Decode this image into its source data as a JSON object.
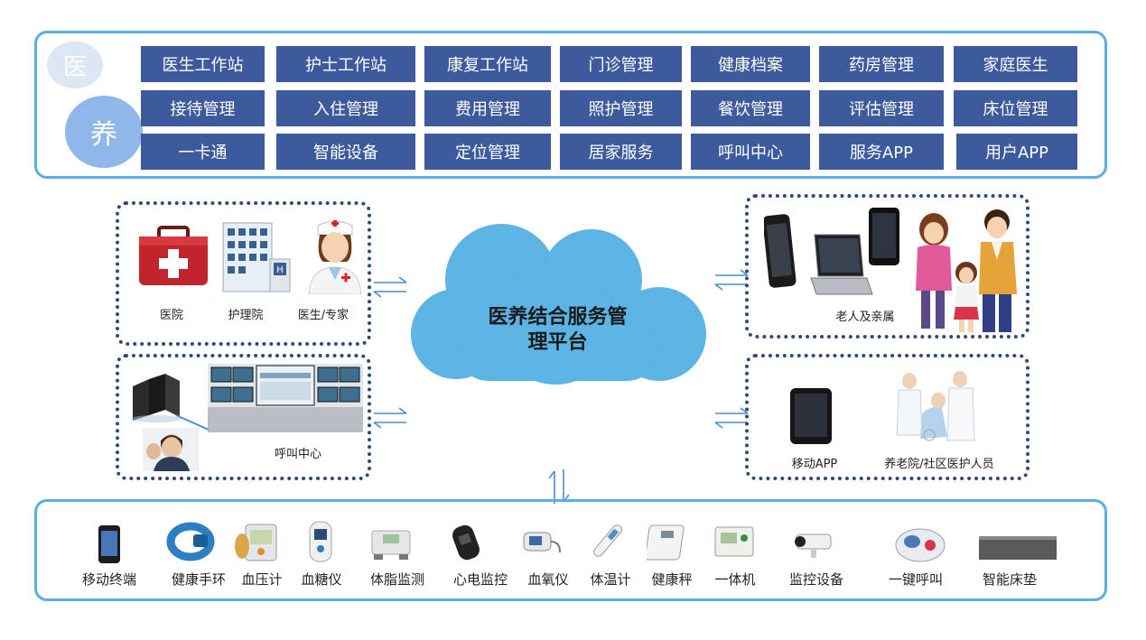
{
  "top_panel": {
    "yi_char": "医",
    "yang_char": "养",
    "modules": [
      "医生工作站",
      "护士工作站",
      "康复工作站",
      "门诊管理",
      "健康档案",
      "药房管理",
      "家庭医生",
      "接待管理",
      "入住管理",
      "费用管理",
      "照护管理",
      "餐饮管理",
      "评估管理",
      "床位管理",
      "一卡通",
      "智能设备",
      "定位管理",
      "居家服务",
      "呼叫中心",
      "服务APP",
      "用户APP"
    ]
  },
  "left_top_box": {
    "labels": [
      "医院",
      "护理院",
      "医生/专家"
    ]
  },
  "left_bottom_box": {
    "label": "呼叫中心"
  },
  "center": {
    "title_line1": "医养结合服务管",
    "title_line2": "理平台"
  },
  "right_top_box": {
    "label": "老人及亲属"
  },
  "right_bottom_box": {
    "labels": [
      "移动APP",
      "养老院/社区医护人员"
    ]
  },
  "bottom_panel": {
    "devices": [
      "移动终端",
      "健康手环",
      "血压计",
      "血糖仪",
      "体脂监测",
      "心电监控",
      "血氧仪",
      "体温计",
      "健康秤",
      "一体机",
      "监控设备",
      "一键呼叫",
      "智能床垫"
    ]
  },
  "colors": {
    "panel_border": "#5aaee0",
    "module_bg": "#3d5a9c",
    "cloud": "#5bb4e3",
    "dotted": "#2f4a73",
    "arrow": "#4a8ed0"
  }
}
